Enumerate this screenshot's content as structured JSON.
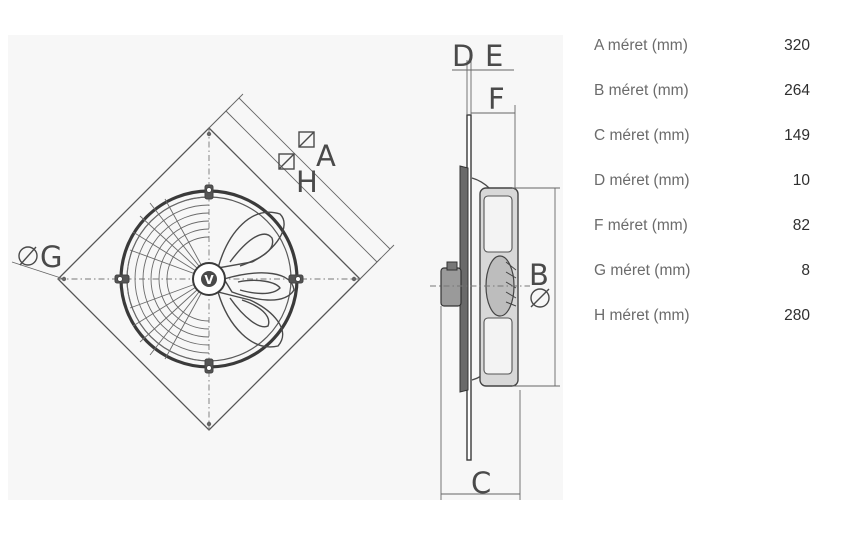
{
  "diagram": {
    "front_view": {
      "labels": {
        "square_a": "A",
        "square_h": "H",
        "diameter_g": "G"
      },
      "logo_text": "V"
    },
    "side_view": {
      "labels": {
        "d": "D",
        "e": "E",
        "f": "F",
        "c": "C",
        "diameter_b": "B"
      }
    }
  },
  "specs": [
    {
      "label": "A méret (mm)",
      "value": "320"
    },
    {
      "label": "B méret (mm)",
      "value": "264"
    },
    {
      "label": "C méret (mm)",
      "value": "149"
    },
    {
      "label": "D méret (mm)",
      "value": "10"
    },
    {
      "label": "F méret (mm)",
      "value": "82"
    },
    {
      "label": "G méret (mm)",
      "value": "8"
    },
    {
      "label": "H méret (mm)",
      "value": "280"
    }
  ],
  "colors": {
    "line": "#555555",
    "dim": "#666666",
    "fan_dark": "#3a3a3a",
    "fan_mid": "#8c8c8c",
    "panel": "#f7f7f7"
  }
}
